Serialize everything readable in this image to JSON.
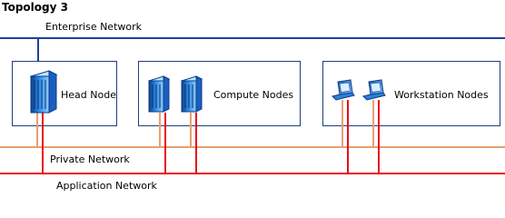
{
  "title": "Topology 3",
  "networks": {
    "enterprise": {
      "label": "Enterprise Network",
      "color": "#1f3f9a"
    },
    "private": {
      "label": "Private Network",
      "color": "#e8a070"
    },
    "application": {
      "label": "Application Network",
      "color": "#e8101c"
    }
  },
  "groups": {
    "head": {
      "label": "Head Node",
      "icon": "server-icon"
    },
    "compute": {
      "label": "Compute Nodes",
      "icon": "server-icon"
    },
    "workstation": {
      "label": "Workstation Nodes",
      "icon": "laptop-icon"
    }
  },
  "colors": {
    "box_border": "#1f3f7a",
    "server_fill": "#2b7fd6",
    "laptop_fill": "#3a8fe0"
  }
}
